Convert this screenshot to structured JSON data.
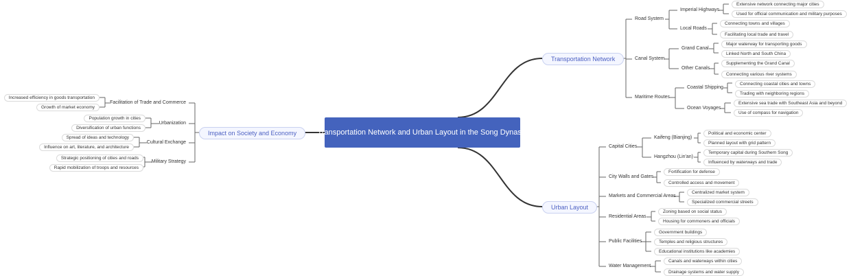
{
  "root": {
    "title": "Transportation Network and Urban Layout in the Song Dynasty"
  },
  "transport": {
    "label": "Transportation Network",
    "road": {
      "label": "Road System",
      "imperial": {
        "label": "Imperial Highways",
        "items": [
          "Extensive network connecting major cities",
          "Used for official communication and military purposes"
        ]
      },
      "local": {
        "label": "Local Roads",
        "items": [
          "Connecting towns and villages",
          "Facilitating local trade and travel"
        ]
      }
    },
    "canal": {
      "label": "Canal System",
      "grand": {
        "label": "Grand Canal",
        "items": [
          "Major waterway for transporting goods",
          "Linked North and South China"
        ]
      },
      "other": {
        "label": "Other Canals",
        "items": [
          "Supplementing the Grand Canal",
          "Connecting various river systems"
        ]
      }
    },
    "maritime": {
      "label": "Maritime Routes",
      "coastal": {
        "label": "Coastal Shipping",
        "items": [
          "Connecting coastal cities and towns",
          "Trading with neighboring regions"
        ]
      },
      "ocean": {
        "label": "Ocean Voyages",
        "items": [
          "Extensive sea trade with Southeast Asia and beyond",
          "Use of compass for navigation"
        ]
      }
    }
  },
  "urban": {
    "label": "Urban Layout",
    "capital": {
      "label": "Capital Cities",
      "kaifeng": {
        "label": "Kaifeng (Bianjing)",
        "items": [
          "Political and economic center",
          "Planned layout with grid pattern"
        ]
      },
      "hangzhou": {
        "label": "Hangzhou (Lin'an)",
        "items": [
          "Temporary capital during Southern Song",
          "Influenced by waterways and trade"
        ]
      }
    },
    "walls": {
      "label": "City Walls and Gates",
      "items": [
        "Fortification for defense",
        "Controlled access and movement"
      ]
    },
    "markets": {
      "label": "Markets and Commercial Areas",
      "items": [
        "Centralized market system",
        "Specialized commercial streets"
      ]
    },
    "residential": {
      "label": "Residential Areas",
      "items": [
        "Zoning based on social status",
        "Housing for commoners and officials"
      ]
    },
    "public": {
      "label": "Public Facilities",
      "items": [
        "Government buildings",
        "Temples and religious structures",
        "Educational institutions like academies"
      ]
    },
    "water": {
      "label": "Water Management",
      "items": [
        "Canals and waterways within cities",
        "Drainage systems and water supply"
      ]
    }
  },
  "impact": {
    "label": "Impact on Society and Economy",
    "trade": {
      "label": "Facilitation of Trade and Commerce",
      "items": [
        "Increased efficiency in goods transportation",
        "Growth of market economy"
      ]
    },
    "urbanization": {
      "label": "Urbanization",
      "items": [
        "Population growth in cities",
        "Diversification of urban functions"
      ]
    },
    "cultural": {
      "label": "Cultural Exchange",
      "items": [
        "Spread of ideas and technology",
        "Influence on art, literature, and architecture"
      ]
    },
    "military": {
      "label": "Military Strategy",
      "items": [
        "Strategic positioning of cities and roads",
        "Rapid mobilization of troops and resources"
      ]
    }
  }
}
